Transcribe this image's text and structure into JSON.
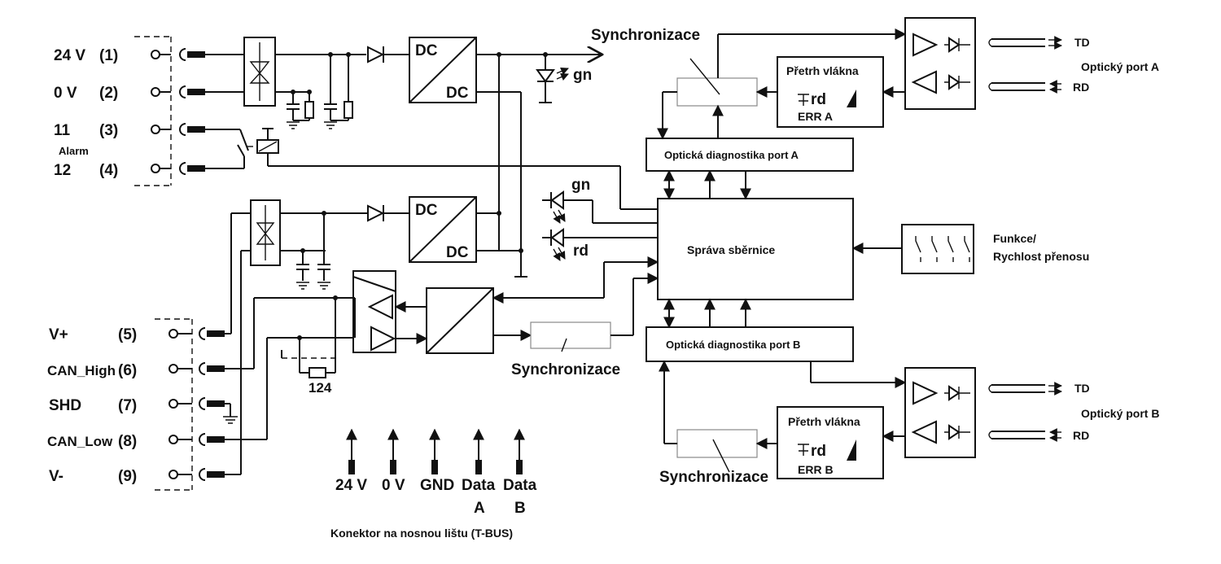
{
  "terminals_power": [
    {
      "name": "24 V",
      "num": "(1)"
    },
    {
      "name": "0 V",
      "num": "(2)"
    },
    {
      "name": "11",
      "num": "(3)"
    },
    {
      "name": "12",
      "num": "(4)"
    }
  ],
  "alarm_label": "Alarm",
  "terminals_can": [
    {
      "name": "V+",
      "num": "(5)"
    },
    {
      "name": "CAN_High",
      "num": "(6)"
    },
    {
      "name": "SHD",
      "num": "(7)"
    },
    {
      "name": "CAN_Low",
      "num": "(8)"
    },
    {
      "name": "V-",
      "num": "(9)"
    }
  ],
  "dc_top": "DC",
  "dc_bottom": "DC",
  "led_gn": "gn",
  "led_rd": "rd",
  "resistor_value": "124",
  "sync_label": "Synchronizace",
  "break_label": "Přetrh vlákna",
  "rd_label": "rd",
  "err_a": "ERR A",
  "err_b": "ERR B",
  "diag_a": "Optická diagnostika port A",
  "diag_b": "Optická diagnostika port B",
  "bus_mgmt": "Správa sběrnice",
  "functions_line1": "Funkce/",
  "functions_line2": "Rychlost přenosu",
  "td": "TD",
  "rd": "RD",
  "port_a": "Optický port A",
  "port_b": "Optický port B",
  "tbus_pins": [
    {
      "line1": "24 V",
      "line2": ""
    },
    {
      "line1": "0 V",
      "line2": ""
    },
    {
      "line1": "GND",
      "line2": ""
    },
    {
      "line1": "Data",
      "line2": "A"
    },
    {
      "line1": "Data",
      "line2": "B"
    }
  ],
  "tbus_caption": "Konektor na nosnou lištu (T-BUS)"
}
